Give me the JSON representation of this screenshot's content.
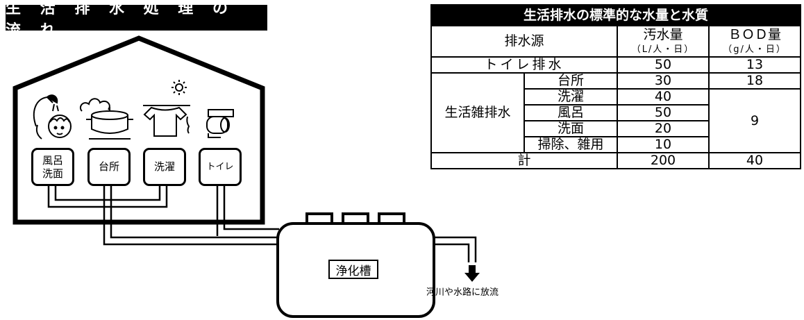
{
  "diagram_title": "生 活 排 水 処 理 の 流 れ",
  "rooms": {
    "bath": "風呂\n洗面",
    "kitchen": "台所",
    "laundry": "洗濯",
    "toilet": "トイレ"
  },
  "tank_label": "浄化槽",
  "discharge_label": "河川や水路に放流",
  "table": {
    "title": "生活排水の標準的な水量と水質",
    "col_source": "排水源",
    "col_water": "汚水量",
    "col_water_unit": "（L/人・日）",
    "col_bod": "ＢＯＤ量",
    "col_bod_unit": "（g/人・日）",
    "toilet_label": "トイレ排水",
    "toilet_water": "50",
    "toilet_bod": "13",
    "misc_group_label": "生活雑排水",
    "misc_rows": [
      {
        "source": "台所",
        "water": "30",
        "bod": "18"
      },
      {
        "source": "洗濯",
        "water": "40"
      },
      {
        "source": "風呂",
        "water": "50"
      },
      {
        "source": "洗面",
        "water": "20"
      },
      {
        "source": "掃除、雑用",
        "water": "10"
      }
    ],
    "misc_shared_bod": "9",
    "total_label": "計",
    "total_water": "200",
    "total_bod": "40"
  }
}
